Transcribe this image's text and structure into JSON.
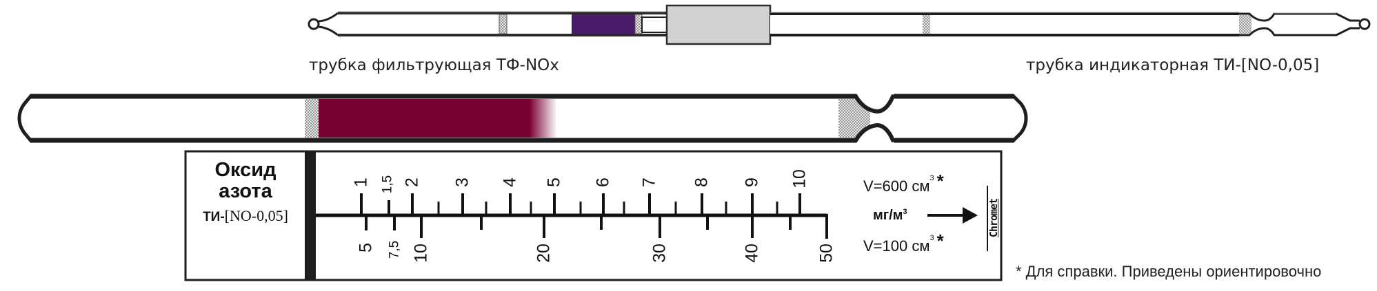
{
  "colors": {
    "outline": "#1e1e1e",
    "filter_layer": "#4a1a6b",
    "indicator_layer": "#790033",
    "connector_fill": "#d1d2d4",
    "plug_fill": "#c8c8c8"
  },
  "top_assembly": {
    "filter_tube_label": "трубка фильтрующая ТФ-NOx",
    "indicator_tube_label": "трубка индикаторная ТИ-[NO-0,05]"
  },
  "scale_card": {
    "gas_name_line1": "Оксид",
    "gas_name_line2": "азота",
    "tube_code_prefix": "ТИ-",
    "tube_code": "[NO-0,05]",
    "upper_volume": "V=600 см",
    "upper_volume_sup": "3",
    "unit": "мг/м",
    "unit_sup": "3",
    "lower_volume": "V=100 см",
    "lower_volume_sup": "3",
    "asterisk": "*",
    "logo_text": "Chromet",
    "upper_scale": [
      {
        "label": "1",
        "value": 1
      },
      {
        "label": "1,5",
        "value": 1.5
      },
      {
        "label": "2",
        "value": 2
      },
      {
        "label": "3",
        "value": 3
      },
      {
        "label": "4",
        "value": 4
      },
      {
        "label": "5",
        "value": 5
      },
      {
        "label": "6",
        "value": 6
      },
      {
        "label": "7",
        "value": 7
      },
      {
        "label": "8",
        "value": 8
      },
      {
        "label": "9",
        "value": 9
      },
      {
        "label": "10",
        "value": 10
      }
    ],
    "lower_scale": [
      {
        "label": "5",
        "value": 5
      },
      {
        "label": "7,5",
        "value": 7.5
      },
      {
        "label": "10",
        "value": 10
      },
      {
        "label": "20",
        "value": 20
      },
      {
        "label": "30",
        "value": 30
      },
      {
        "label": "40",
        "value": 40
      },
      {
        "label": "50",
        "value": 50
      }
    ]
  },
  "footnote": "* Для справки. Приведены ориентировочно"
}
